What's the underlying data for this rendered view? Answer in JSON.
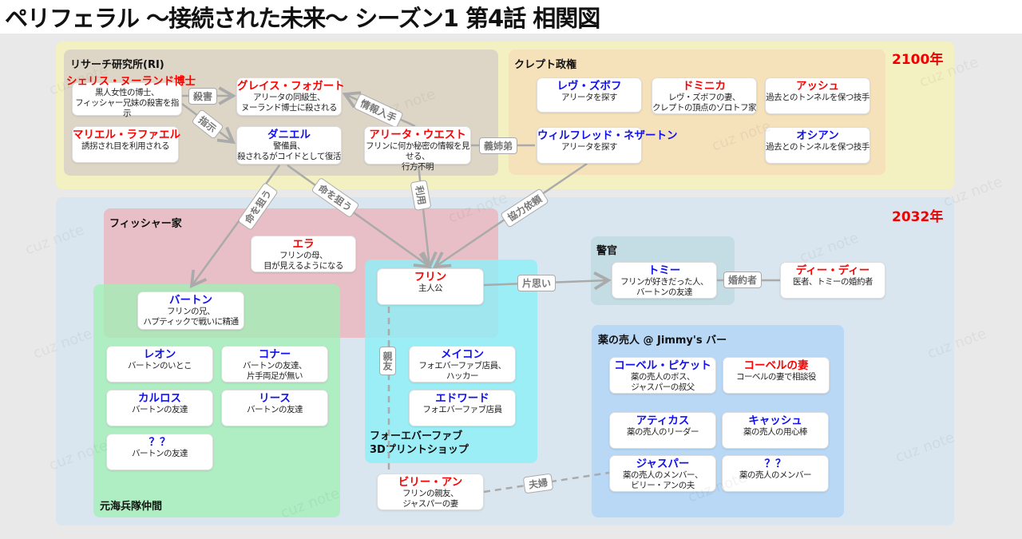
{
  "title": "ペリフェラル ～接続された未来～ シーズン1 第4話 相関図",
  "watermark": "cuz note",
  "years": {
    "future": "2100年",
    "present": "2032年"
  },
  "groups": {
    "ri": "リサーチ研究所(RI)",
    "klept": "クレプト政権",
    "fisher": "フィッシャー家",
    "marines": "元海兵隊仲間",
    "shop": "フォーエバーファブ\n3Dプリントショップ",
    "police": "警官",
    "bar": "薬の売人 @ Jimmy's バー"
  },
  "cards": [
    {
      "id": "cherise",
      "name": "シェリス・ヌーランド博士",
      "desc": "黒人女性の博士、\nフィッシャー兄妹の殺害を指示",
      "color": "red"
    },
    {
      "id": "grace",
      "name": "グレイス・フォガート",
      "desc": "アリータの同級生、\nヌーランド博士に殺される",
      "color": "red"
    },
    {
      "id": "mariel",
      "name": "マリエル・ラファエル",
      "desc": "誘拐され目を利用される",
      "color": "red"
    },
    {
      "id": "daniel",
      "name": "ダニエル",
      "desc": "警備員、\n殺されるがコイドとして復活",
      "color": "blue"
    },
    {
      "id": "aelita",
      "name": "アリータ・ウエスト",
      "desc": "フリンに何か秘密の情報を見せる、\n行方不明",
      "color": "red"
    },
    {
      "id": "lev",
      "name": "レヴ・ズボフ",
      "desc": "アリータを探す",
      "color": "blue"
    },
    {
      "id": "dominika",
      "name": "ドミニカ",
      "desc": "レヴ・ズボフの妻、\nクレプトの頂点のゾロトフ家",
      "color": "red"
    },
    {
      "id": "ash",
      "name": "アッシュ",
      "desc": "過去とのトンネルを保つ技手",
      "color": "red"
    },
    {
      "id": "wilf",
      "name": "ウィルフレッド・ネザートン",
      "desc": "アリータを探す",
      "color": "blue"
    },
    {
      "id": "ossian",
      "name": "オシアン",
      "desc": "過去とのトンネルを保つ技手",
      "color": "blue"
    },
    {
      "id": "ella",
      "name": "エラ",
      "desc": "フリンの母、\n目が見えるようになる",
      "color": "red"
    },
    {
      "id": "flynne",
      "name": "フリン",
      "desc": "主人公",
      "color": "red"
    },
    {
      "id": "burton",
      "name": "バートン",
      "desc": "フリンの兄、\nハプティックで戦いに精通",
      "color": "blue"
    },
    {
      "id": "leon",
      "name": "レオン",
      "desc": "バートンのいとこ",
      "color": "blue"
    },
    {
      "id": "conner",
      "name": "コナー",
      "desc": "バートンの友達、\n片手両足が無い",
      "color": "blue"
    },
    {
      "id": "carlos",
      "name": "カルロス",
      "desc": "バートンの友達",
      "color": "blue"
    },
    {
      "id": "reece",
      "name": "リース",
      "desc": "バートンの友達",
      "color": "blue"
    },
    {
      "id": "unknown1",
      "name": "？？",
      "desc": "バートンの友達",
      "color": "blue"
    },
    {
      "id": "macon",
      "name": "メイコン",
      "desc": "フォエバーファブ店員、\nハッカー",
      "color": "blue"
    },
    {
      "id": "edward",
      "name": "エドワード",
      "desc": "フォエバーファブ店員",
      "color": "blue"
    },
    {
      "id": "billyann",
      "name": "ビリー・アン",
      "desc": "フリンの親友、\nジャスパーの妻",
      "color": "red"
    },
    {
      "id": "tommy",
      "name": "トミー",
      "desc": "フリンが好きだった人、\nバートンの友達",
      "color": "blue"
    },
    {
      "id": "deedee",
      "name": "ディー・ディー",
      "desc": "医者、トミーの婚約者",
      "color": "red"
    },
    {
      "id": "corbell",
      "name": "コーベル・ピケット",
      "desc": "薬の売人のボス、\nジャスパーの叔父",
      "color": "blue"
    },
    {
      "id": "corbellwife",
      "name": "コーベルの妻",
      "desc": "コーベルの妻で相談役",
      "color": "red"
    },
    {
      "id": "atticus",
      "name": "アティカス",
      "desc": "薬の売人のリーダー",
      "color": "blue"
    },
    {
      "id": "cash",
      "name": "キャッシュ",
      "desc": "薬の売人の用心棒",
      "color": "blue"
    },
    {
      "id": "jasper",
      "name": "ジャスパー",
      "desc": "薬の売人のメンバー、\nビリー・アンの夫",
      "color": "blue"
    },
    {
      "id": "unknown2",
      "name": "？？",
      "desc": "薬の売人のメンバー",
      "color": "blue"
    }
  ],
  "relations": {
    "kill": "殺害",
    "order": "指示",
    "info": "情報入手",
    "siblings": "義姉弟",
    "target1": "命を狙う",
    "target2": "命を狙う",
    "use": "利用",
    "coop": "協力依頼",
    "crush": "片思い",
    "fiance": "婚約者",
    "bestfriend": "親友",
    "married": "夫婦"
  },
  "colors": {
    "red": "#ff0000",
    "blue": "#1010f0"
  }
}
